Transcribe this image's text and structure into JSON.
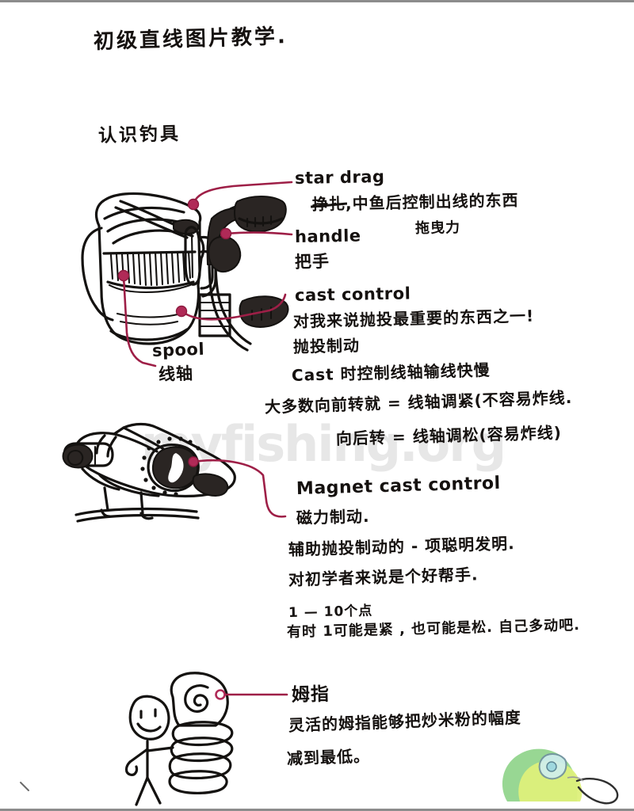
{
  "page": {
    "title": "初级直线图片教学.",
    "subtitle": "认识钓具",
    "watermark": "myfishing.org",
    "logo": "fish-logo"
  },
  "annotations": [
    {
      "id": "star-drag",
      "label_en": "star drag",
      "note_struck": "挣扎",
      "note_cn": ",中鱼后控制出线的东西",
      "note_cn2": "拖曳力"
    },
    {
      "id": "handle",
      "label_en": "handle",
      "label_cn": "把手"
    },
    {
      "id": "cast-control",
      "label_en": "cast control",
      "lines": [
        "对我来说抛投最重要的东西之一!",
        "抛投制动",
        "Cast 时控制线轴输线快慢",
        "大多数向前转就 = 线轴调紧(不容易炸线.",
        "向后转 = 线轴调松(容易炸线)"
      ]
    },
    {
      "id": "spool",
      "label_en": "spool",
      "label_cn": "线轴"
    },
    {
      "id": "magnet-cast-control",
      "label_en": "Magnet cast control",
      "lines": [
        "磁力制动.",
        "辅助抛投制动的 - 项聪明发明.",
        "对初学者来说是个好帮手.",
        "1 — 10个点",
        "有时 1可能是紧 , 也可能是松. 自己多动吧."
      ]
    },
    {
      "id": "thumb",
      "label_cn": "姆指",
      "lines": [
        "灵活的姆指能够把炒米粉的幅度",
        "减到最低。"
      ]
    }
  ],
  "figures": [
    {
      "id": "baitcast-reel-top-view",
      "caption_refs": [
        "star-drag",
        "handle",
        "cast-control",
        "spool"
      ]
    },
    {
      "id": "baitcast-reel-side-view",
      "caption_refs": [
        "magnet-cast-control"
      ]
    },
    {
      "id": "stick-figure-with-thumb",
      "caption_refs": [
        "thumb"
      ]
    }
  ],
  "colors": {
    "ink": "#141210",
    "leader": "#9e1f47",
    "leader_dot": "#b02a57",
    "watermark": "#e7e7e7",
    "logo_green": "#8fd48a",
    "logo_yellow": "#ddf07a",
    "page_edge": "#8c8c8c"
  }
}
